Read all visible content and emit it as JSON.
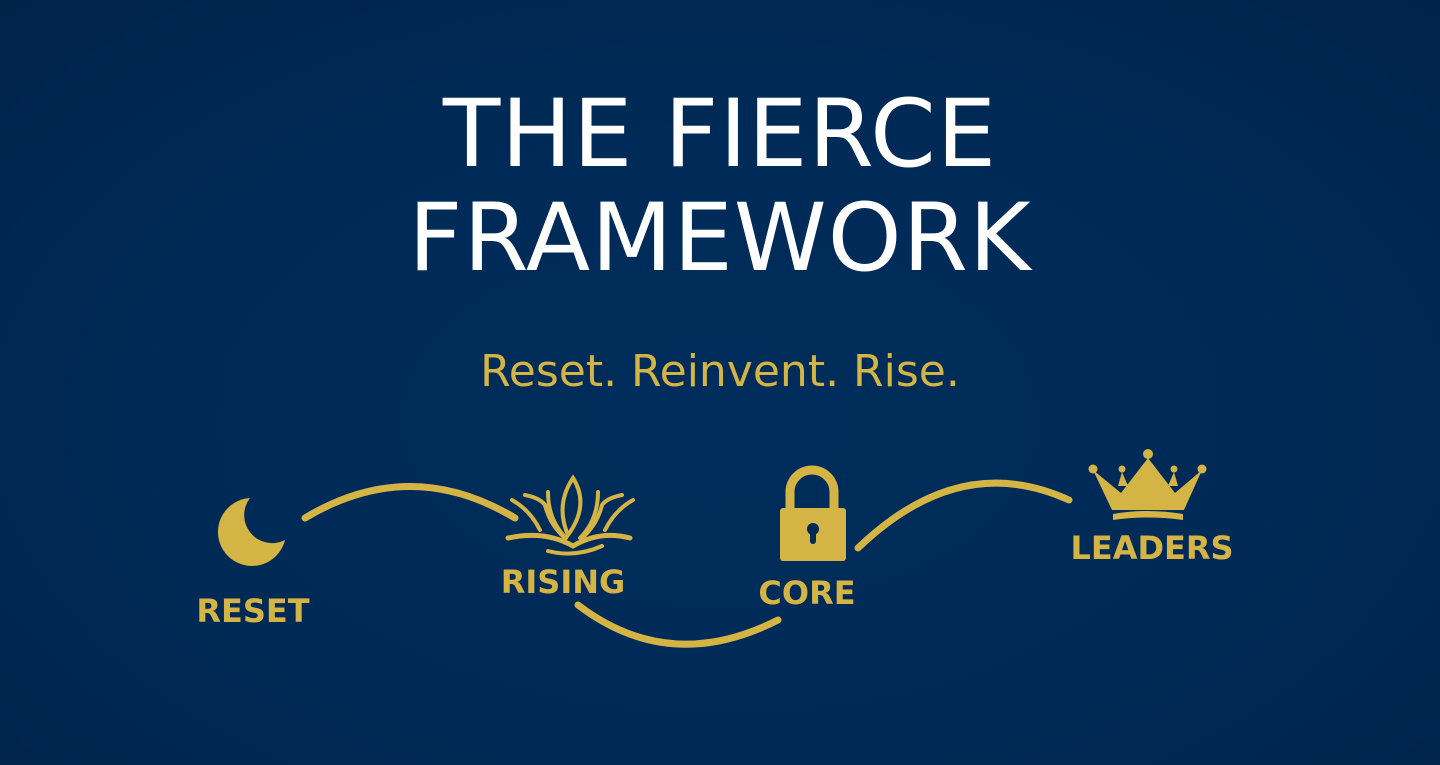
{
  "title_line1": "THE FIERCE",
  "title_line2": "FRAMEWORK",
  "subtitle": "Reset. Reinvent. Rise.",
  "steps": [
    {
      "label": "RESET",
      "icon": "moon-icon"
    },
    {
      "label": "RISING",
      "icon": "lotus-icon"
    },
    {
      "label": "CORE",
      "icon": "lock-icon"
    },
    {
      "label": "LEADERS",
      "icon": "crown-icon"
    }
  ],
  "colors": {
    "background": "#002a56",
    "gold": "#d4b444",
    "title": "#ffffff"
  }
}
